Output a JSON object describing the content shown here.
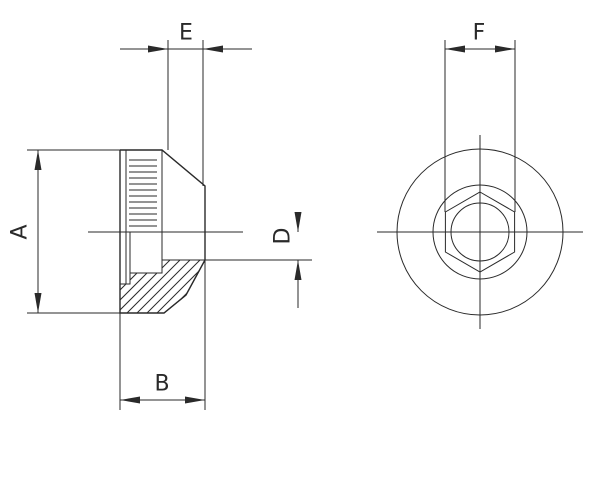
{
  "dimension_labels": {
    "A": "A",
    "B": "B",
    "D": "D",
    "E": "E",
    "F": "F"
  },
  "line_color": "#2a2a2a",
  "background_color": "#ffffff"
}
